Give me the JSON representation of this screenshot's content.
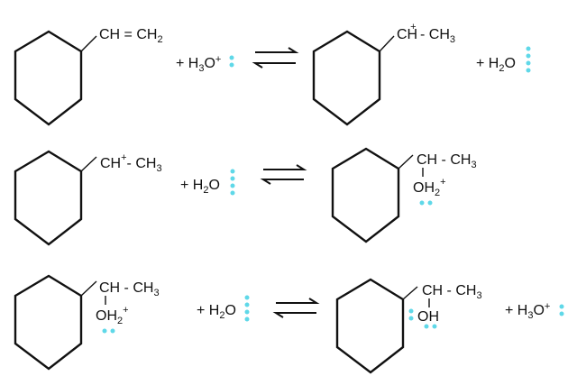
{
  "colors": {
    "lone_pair": "#5fd8e8",
    "ink": "#111111"
  },
  "reactions": [
    {
      "reactant": {
        "chain_a": "CH = CH",
        "chain_a_sub": "2"
      },
      "reagent": {
        "plus": "+ H",
        "sub": "3",
        "rest": "O",
        "sup": "+"
      },
      "product": {
        "ch": "CH",
        "charge": "+",
        "rest": " - CH",
        "sub": "3"
      },
      "byproduct": {
        "plus": "+ H",
        "sub": "2",
        "rest": "O"
      }
    },
    {
      "reactant": {
        "ch": "CH",
        "charge": "+",
        "rest": "- CH",
        "sub": "3"
      },
      "reagent": {
        "plus": "+ H",
        "sub": "2",
        "rest": "O"
      },
      "product": {
        "chain": "CH - CH",
        "chain_sub": "3",
        "group": "OH",
        "group_sub": "2",
        "group_sup": "+"
      }
    },
    {
      "reactant": {
        "chain": "CH - CH",
        "chain_sub": "3",
        "group": "OH",
        "group_sub": "2",
        "group_sup": "+"
      },
      "reagent": {
        "plus": "+ H",
        "sub": "2",
        "rest": "O"
      },
      "product": {
        "chain": "CH - CH",
        "chain_sub": "3",
        "group": "OH"
      },
      "byproduct": {
        "plus": "+ H",
        "sub": "3",
        "rest": "O",
        "sup": "+"
      }
    }
  ]
}
